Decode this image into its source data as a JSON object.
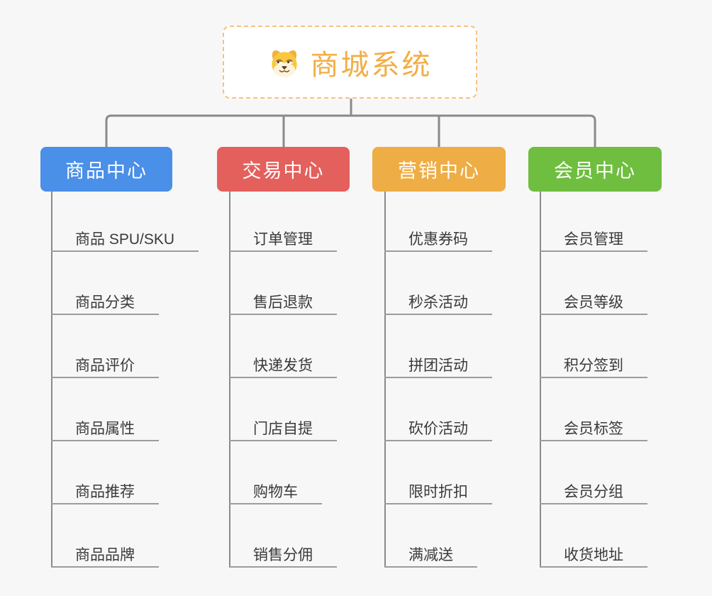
{
  "page": {
    "background_color": "#f7f7f7",
    "connector_color": "#8a8a8a"
  },
  "root": {
    "title": "商城系统",
    "icon": "dog-face-icon",
    "text_color": "#f2ae45",
    "border_color": "#f6c27d"
  },
  "branches": [
    {
      "label": "商品中心",
      "color": "#4a8fe8",
      "items": [
        "商品 SPU/SKU",
        "商品分类",
        "商品评价",
        "商品属性",
        "商品推荐",
        "商品品牌"
      ]
    },
    {
      "label": "交易中心",
      "color": "#e4605c",
      "items": [
        "订单管理",
        "售后退款",
        "快递发货",
        "门店自提",
        "购物车",
        "销售分佣"
      ]
    },
    {
      "label": "营销中心",
      "color": "#eead45",
      "items": [
        "优惠券码",
        "秒杀活动",
        "拼团活动",
        "砍价活动",
        "限时折扣",
        "满减送"
      ]
    },
    {
      "label": "会员中心",
      "color": "#6fbe3f",
      "items": [
        "会员管理",
        "会员等级",
        "积分签到",
        "会员标签",
        "会员分组",
        "收货地址"
      ]
    }
  ]
}
